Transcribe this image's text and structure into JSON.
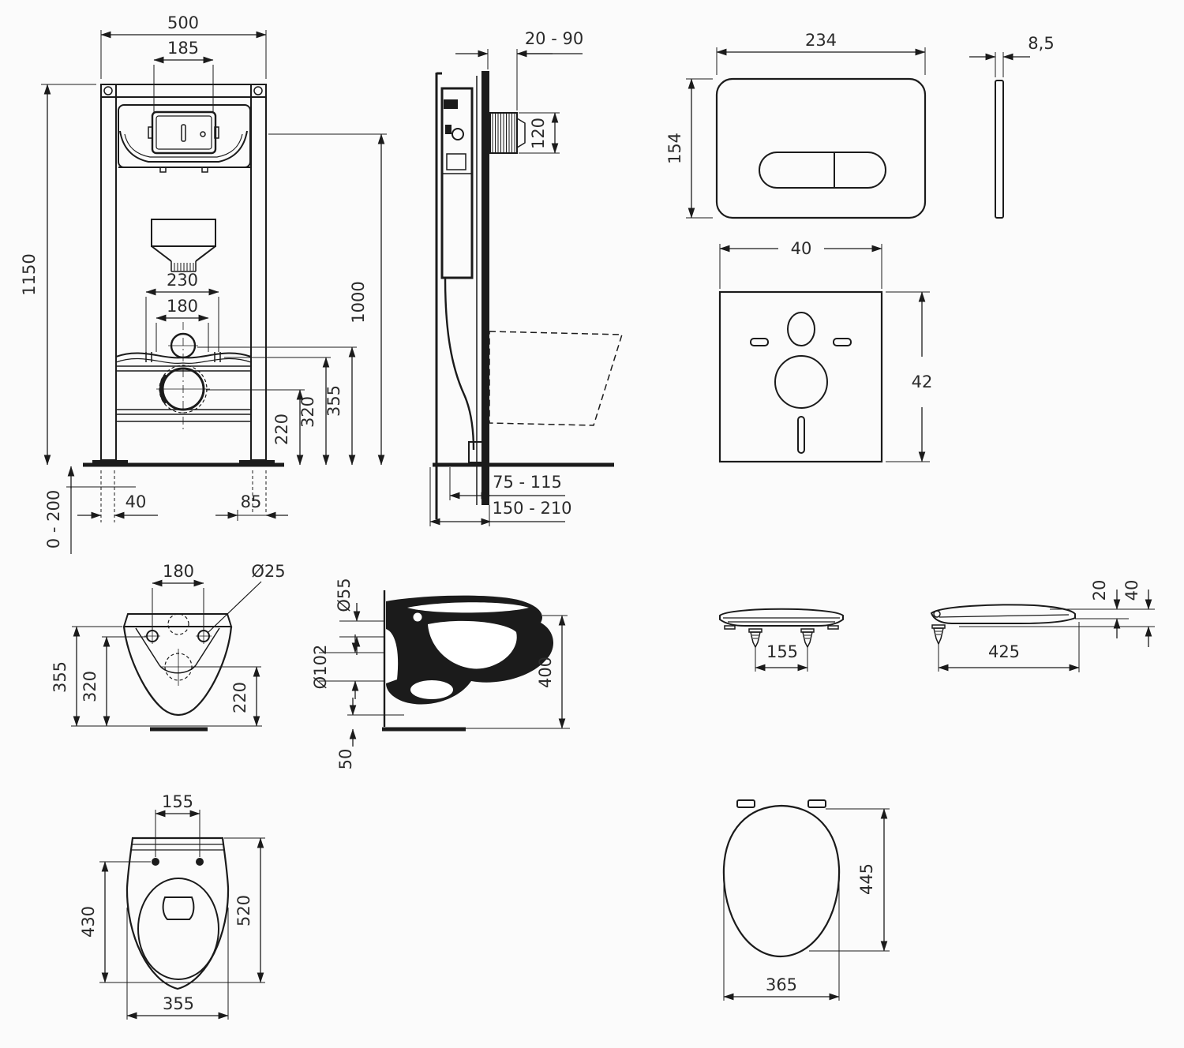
{
  "views": {
    "frame_front": {
      "overall_width": "500",
      "plate_opening": "185",
      "overall_height": "1150",
      "flush_level_height": "1000",
      "supply_span": "230",
      "fixing_span": "180",
      "dim_355": "355",
      "dim_320": "320",
      "dim_220": "220",
      "foot_offset": "40",
      "outlet_offset": "85",
      "foot_adjust_range": "0 - 200"
    },
    "frame_side": {
      "wall_distance_range": "20 - 90",
      "rod_height": "120",
      "outlet_floor_range": "75 - 115",
      "front_floor_range": "150 - 210"
    },
    "flush_plate": {
      "width": "234",
      "height": "154",
      "thickness": "8,5"
    },
    "sound_pad": {
      "width": "40",
      "height": "42"
    },
    "bowl_rear": {
      "fixing_span": "180",
      "fixing_hole_dia": "Ø25",
      "dim_355": "355",
      "dim_320": "320",
      "dim_220": "220"
    },
    "bowl_side": {
      "flush_inlet_dia": "Ø55",
      "outlet_dia": "Ø102",
      "depth": "400",
      "bottom_clearance": "50"
    },
    "seat_front": {
      "hinge_span": "155"
    },
    "seat_side": {
      "length": "425",
      "thickness": "20",
      "height_with_hinge": "40"
    },
    "bowl_top": {
      "fixing_span": "155",
      "inner_length": "430",
      "length": "520",
      "width": "355"
    },
    "seat_top": {
      "length": "445",
      "width": "365"
    }
  }
}
